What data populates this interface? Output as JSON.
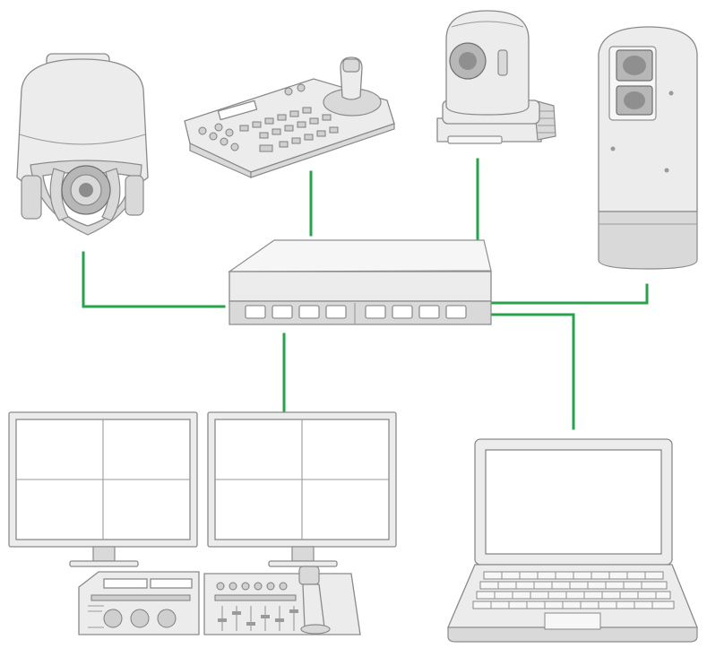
{
  "colors": {
    "link": "#2aa24b",
    "device_fill": "#ececec",
    "device_stroke": "#8a8a8a"
  },
  "devices": [
    {
      "id": "ptz-dome-camera",
      "icon": "ptz-dome-camera-icon"
    },
    {
      "id": "ptz-joystick-controller",
      "icon": "keyboard-controller-icon"
    },
    {
      "id": "ptz-camera",
      "icon": "ptz-camera-icon"
    },
    {
      "id": "thermal-ptz-camera",
      "icon": "thermal-camera-icon"
    },
    {
      "id": "network-switch",
      "icon": "network-switch-icon"
    },
    {
      "id": "dual-monitors-with-control-panel",
      "icon": "monitors-icon"
    },
    {
      "id": "laptop",
      "icon": "laptop-icon"
    }
  ],
  "links": [
    {
      "from": "ptz-dome-camera",
      "to": "network-switch"
    },
    {
      "from": "ptz-joystick-controller",
      "to": "network-switch"
    },
    {
      "from": "ptz-camera",
      "to": "network-switch"
    },
    {
      "from": "thermal-ptz-camera",
      "to": "network-switch"
    },
    {
      "from": "network-switch",
      "to": "dual-monitors-with-control-panel"
    },
    {
      "from": "network-switch",
      "to": "laptop"
    }
  ]
}
